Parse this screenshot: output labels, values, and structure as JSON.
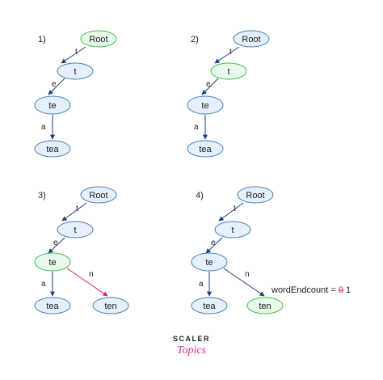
{
  "colors": {
    "node_fill": "#e4f0fb",
    "node_stroke": "#4a7fb5",
    "highlight_fill": "#e9f9ea",
    "highlight_stroke": "#3fbf4f",
    "edge": "#1f3a7a",
    "edge_new": "#d6245c"
  },
  "panels": [
    {
      "number": "1)",
      "nodes": {
        "root": "Root",
        "t": "t",
        "te": "te",
        "tea": "tea"
      },
      "edges": {
        "root_t": "t",
        "t_te": "e",
        "te_tea": "a"
      }
    },
    {
      "number": "2)",
      "nodes": {
        "root": "Root",
        "t": "t",
        "te": "te",
        "tea": "tea"
      },
      "edges": {
        "root_t": "t",
        "t_te": "e",
        "te_tea": "a"
      }
    },
    {
      "number": "3)",
      "nodes": {
        "root": "Root",
        "t": "t",
        "te": "te",
        "tea": "tea",
        "ten": "ten"
      },
      "edges": {
        "root_t": "t",
        "t_te": "e",
        "te_tea": "a",
        "te_ten": "n"
      }
    },
    {
      "number": "4)",
      "nodes": {
        "root": "Root",
        "t": "t",
        "te": "te",
        "tea": "tea",
        "ten": "ten"
      },
      "edges": {
        "root_t": "t",
        "t_te": "e",
        "te_tea": "a",
        "te_ten": "n"
      },
      "note": {
        "prefix": "wordEndcount = ",
        "old": "0",
        "new": " 1"
      }
    }
  ],
  "logo": {
    "top": "SCALER",
    "bottom": "Topics"
  }
}
